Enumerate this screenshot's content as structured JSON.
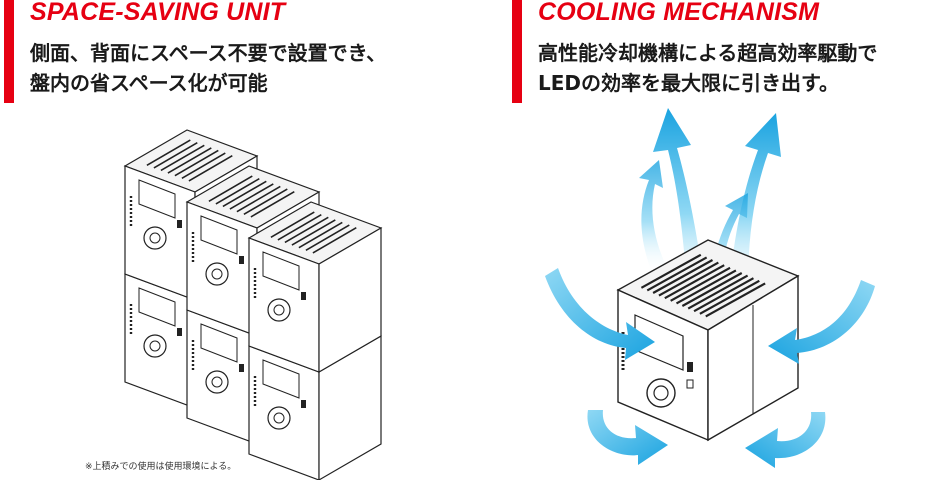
{
  "sections": [
    {
      "title": "SPACE-SAVING UNIT",
      "lines": [
        "側面、背面にスペース不要で設置でき、",
        "盤内の省スペース化が可能"
      ],
      "footnote": "※上積みでの使用は使用環境による。"
    },
    {
      "title": "COOLING MECHANISM",
      "lines": [
        "高性能冷却機構による超高効率駆動で",
        "LEDの効率を最大限に引き出す。"
      ]
    }
  ],
  "colors": {
    "accent": "#e60012",
    "text": "#1a1a1a",
    "airflow": "#1aa3e0",
    "airflow_light": "#8fd8f4"
  },
  "illustration": {
    "stacked_units_rows": 2,
    "stacked_units_columns": 3,
    "icons": [
      "controller-unit-illustration",
      "airflow-arrow-icon"
    ]
  }
}
